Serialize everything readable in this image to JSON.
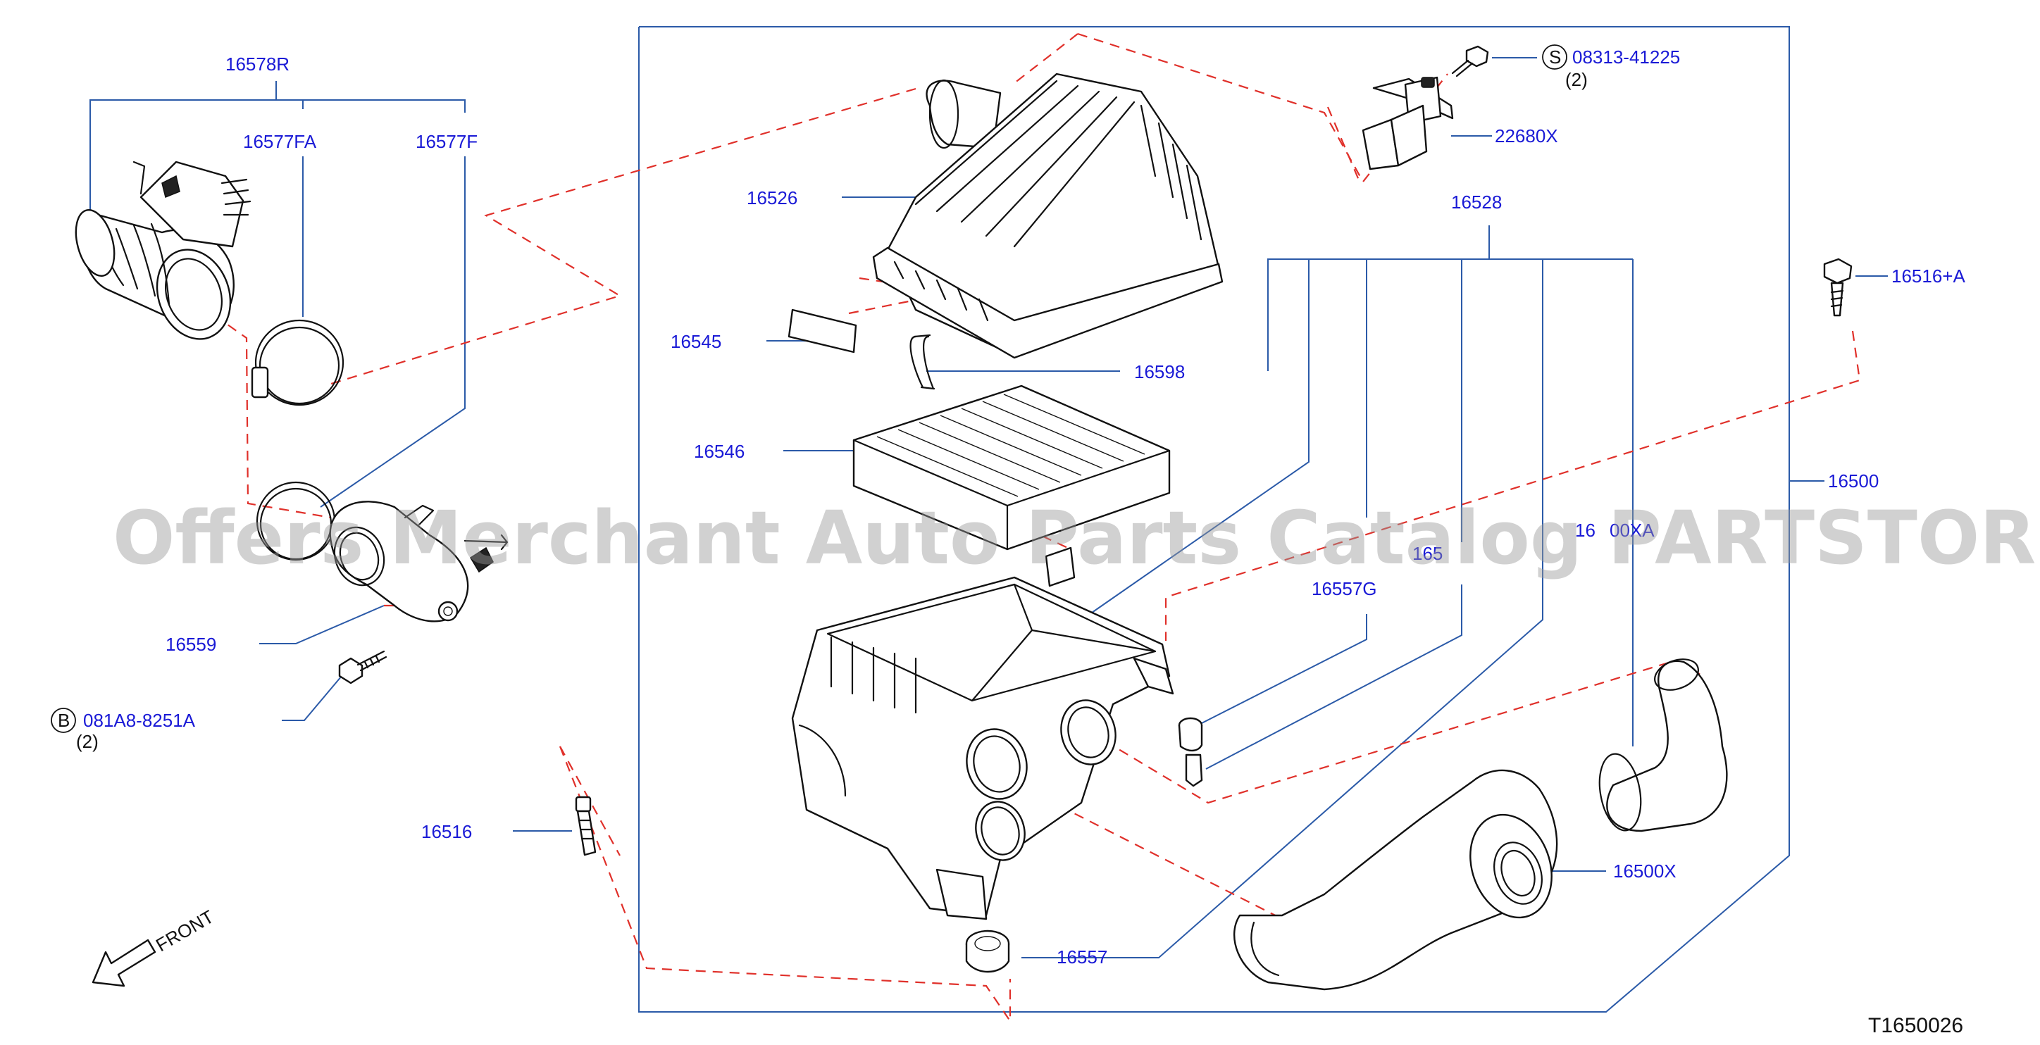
{
  "diagram_id": "T1650026",
  "watermark": "Offers Merchant Auto Parts Catalog PARTSTORE.SA",
  "front_label": "FRONT",
  "colors": {
    "label": "#1a1ad6",
    "leader": "#2b5aa8",
    "dashed": "#e0302a",
    "outline": "#111111"
  },
  "labels": {
    "p16578R": "16578R",
    "p16577FA": "16577FA",
    "p16577F": "16577F",
    "p16526": "16526",
    "p16545": "16545",
    "p16598": "16598",
    "p16546": "16546",
    "p16559": "16559",
    "p16516": "16516",
    "p16528": "16528",
    "p16500": "16500",
    "p16516A": "16516+A",
    "p22680X": "22680X",
    "p08313": "08313-41225",
    "p08313_qty": "(2)",
    "p08313_sym": "S",
    "p081A8": "081A8-8251A",
    "p081A8_qty": "(2)",
    "p081A8_sym": "B",
    "p16557G": "16557G",
    "p16557_obscured": "165",
    "p16500XA_obscured": "16",
    "p16500XA_tail": "00XA",
    "p16500X": "16500X",
    "p16557": "16557"
  }
}
